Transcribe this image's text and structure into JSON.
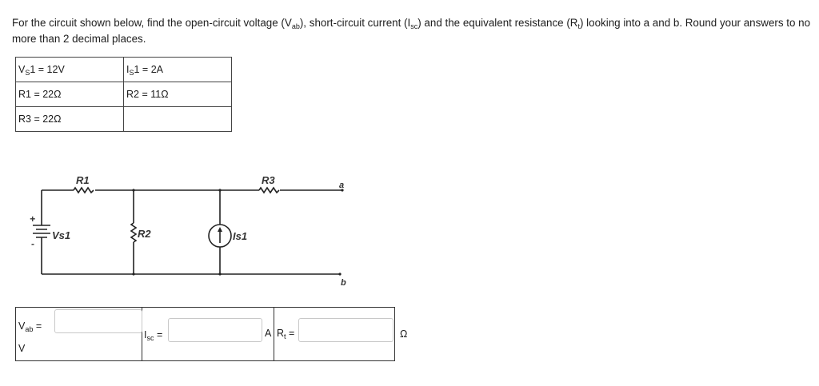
{
  "question": {
    "part1": "For the circuit shown below, find the open-circuit voltage (V",
    "sub_ab": "ab",
    "part2": "), short-circuit current (I",
    "sub_sc": "sc",
    "part3": ") and the equivalent resistance (R",
    "sub_t": "t",
    "part4": ") looking into a and b. Round your answers to no more than 2 decimal places."
  },
  "given": {
    "rows": [
      [
        {
          "main": "V",
          "sub": "S",
          "rest": "1 = 12V"
        },
        {
          "main": "I",
          "sub": "S",
          "rest": "1 = 2A"
        }
      ],
      [
        {
          "main": "R1 = 22Ω",
          "sub": "",
          "rest": ""
        },
        {
          "main": "R2 = 11Ω",
          "sub": "",
          "rest": ""
        }
      ],
      [
        {
          "main": "R3 = 22Ω",
          "sub": "",
          "rest": ""
        },
        {
          "main": "",
          "sub": "",
          "rest": ""
        }
      ]
    ]
  },
  "circuit": {
    "labels": {
      "r1": "R1",
      "r2": "R2",
      "r3": "R3",
      "vs1": "Vs1",
      "is1": "Is1",
      "terminal_a": "a",
      "terminal_b": "b",
      "plus": "+",
      "minus": "-"
    }
  },
  "answers": {
    "vab": {
      "label": "V",
      "sub": "ab",
      "eq": " =",
      "unit": "V",
      "value": ""
    },
    "isc": {
      "label": "I",
      "sub": "sc",
      "eq": " =",
      "unit": "A",
      "value": ""
    },
    "rt": {
      "label": "R",
      "sub": "t",
      "eq": " =",
      "unit": "Ω",
      "value": ""
    }
  }
}
